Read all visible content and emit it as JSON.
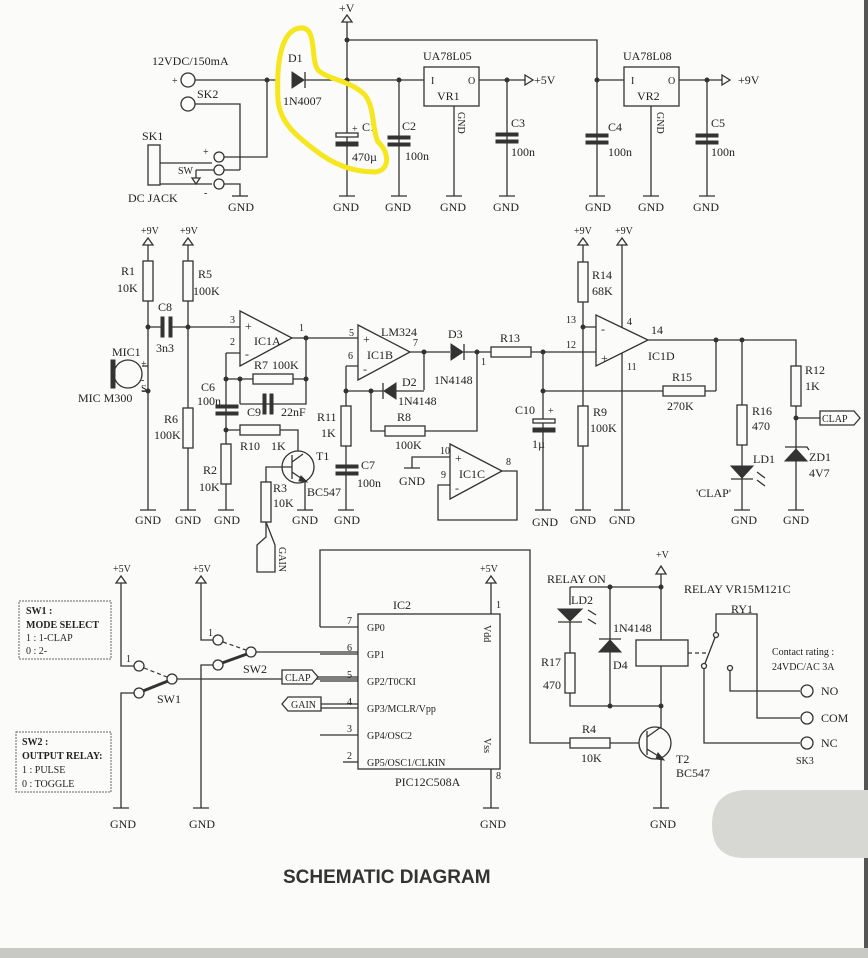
{
  "title": "SCHEMATIC DIAGRAM",
  "rails": {
    "v": "+V",
    "v5": "+5V",
    "v9": "+9V",
    "gnd": "GND"
  },
  "power": {
    "input_label": "12VDC/150mA",
    "plus": "+",
    "minus": "-",
    "sk1": "SK1",
    "sk2": "SK2",
    "sw": "SW",
    "dcjack": "DC JACK",
    "d1": {
      "ref": "D1",
      "value": "1N4007"
    },
    "c1": {
      "ref": "C1",
      "value": "470µ"
    },
    "c2": {
      "ref": "C2",
      "value": "100n"
    },
    "c3": {
      "ref": "C3",
      "value": "100n"
    },
    "c4": {
      "ref": "C4",
      "value": "100n"
    },
    "c5": {
      "ref": "C5",
      "value": "100n"
    },
    "vr1": {
      "ref": "VR1",
      "part": "UA78L05",
      "in": "I",
      "out": "O",
      "gnd": "GND"
    },
    "vr2": {
      "ref": "VR2",
      "part": "UA78L08",
      "in": "I",
      "out": "O",
      "gnd": "GND"
    },
    "out5": "+5V",
    "out9": "+9V"
  },
  "amp": {
    "r1": {
      "ref": "R1",
      "value": "10K"
    },
    "r5": {
      "ref": "R5",
      "value": "100K"
    },
    "r6": {
      "ref": "R6",
      "value": "100K"
    },
    "r2": {
      "ref": "R2",
      "value": "10K"
    },
    "r3": {
      "ref": "R3",
      "value": "10K"
    },
    "r7": {
      "ref": "R7",
      "value": "100K"
    },
    "r10": {
      "ref": "R10",
      "value": "1K"
    },
    "r11": {
      "ref": "R11",
      "value": "1K"
    },
    "r8": {
      "ref": "R8",
      "value": "100K"
    },
    "r13": {
      "ref": "R13"
    },
    "r14": {
      "ref": "R14",
      "value": "68K"
    },
    "r9": {
      "ref": "R9",
      "value": "100K"
    },
    "r15": {
      "ref": "R15",
      "value": "270K"
    },
    "r16": {
      "ref": "R16",
      "value": "470"
    },
    "r12": {
      "ref": "R12",
      "value": "1K"
    },
    "c8": {
      "ref": "C8",
      "value": "3n3"
    },
    "c6": {
      "ref": "C6",
      "value": "100n"
    },
    "c9": {
      "ref": "C9",
      "value": "22nF"
    },
    "c7": {
      "ref": "C7",
      "value": "100n"
    },
    "c10": {
      "ref": "C10",
      "value": "1µ"
    },
    "mic": {
      "ref": "MIC1",
      "part": "MIC M300",
      "s": "S"
    },
    "ic1a": "IC1A",
    "ic1b": "IC1B",
    "ic1c": "IC1C",
    "ic1d": "IC1D",
    "lm324": "LM324",
    "d2": {
      "ref": "D2",
      "value": "1N4148"
    },
    "d3": {
      "ref": "D3",
      "value": "1N4148"
    },
    "t1": {
      "ref": "T1",
      "part": "BC547"
    },
    "ld1": {
      "ref": "LD1",
      "label": "'CLAP'"
    },
    "zd1": {
      "ref": "ZD1",
      "value": "4V7"
    },
    "pins": {
      "p3": "3",
      "p2": "2",
      "p1": "1",
      "p5": "5",
      "p6": "6",
      "p7": "7",
      "p10": "10",
      "p9": "9",
      "p8": "8",
      "p13": "13",
      "p12": "12",
      "p14": "14",
      "p4": "4",
      "p11": "11",
      "d3out": "1"
    },
    "clap_tag": "CLAP",
    "gain_tag": "GAIN"
  },
  "mcu": {
    "ref": "IC2",
    "part": "PIC12C508A",
    "vdd": "Vdd",
    "vss": "Vss",
    "pins": [
      {
        "num": "7",
        "name": "GP0"
      },
      {
        "num": "6",
        "name": "GP1"
      },
      {
        "num": "5",
        "name": "GP2/T0CKI"
      },
      {
        "num": "4",
        "name": "GP3/MCLR/Vpp"
      },
      {
        "num": "3",
        "name": "GP4/OSC2"
      },
      {
        "num": "2",
        "name": "GP5/OSC1/CLKIN"
      }
    ],
    "pin1": "1",
    "pin8": "8",
    "clap_tag": "CLAP",
    "gain_tag": "GAIN"
  },
  "switches": {
    "sw1": "SW1",
    "sw2": "SW2",
    "pos1": "1",
    "note1": {
      "l1": "SW1 :",
      "l2": "MODE SELECT",
      "l3": "1 : 1-CLAP",
      "l4": "0 : 2-"
    },
    "note2": {
      "l1": "SW2 :",
      "l2": "OUTPUT RELAY:",
      "l3": "1 : PULSE",
      "l4": "0 : TOGGLE"
    }
  },
  "relay": {
    "relay_on": "RELAY ON",
    "ld2": "LD2",
    "r17": {
      "ref": "R17",
      "value": "470"
    },
    "d4": {
      "ref": "D4",
      "value": "1N4148"
    },
    "relay_label": "RELAY VR15M121C",
    "ry1": "RY1",
    "rating1": "Contact rating :",
    "rating2": "24VDC/AC 3A",
    "no": "NO",
    "com": "COM",
    "nc": "NC",
    "sk3": "SK3",
    "r4": {
      "ref": "R4",
      "value": "10K"
    },
    "t2": {
      "ref": "T2",
      "part": "BC547"
    }
  }
}
